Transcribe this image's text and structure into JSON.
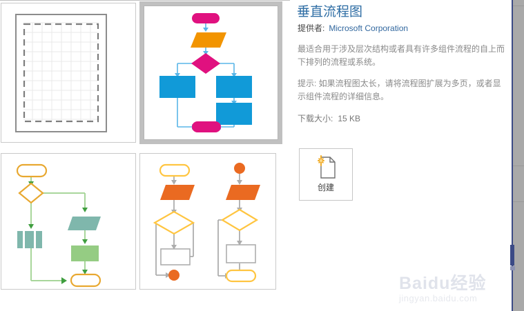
{
  "detail": {
    "title": "垂直流程图",
    "provider_label": "提供者:",
    "provider_name": "Microsoft Corporation",
    "description": "最适合用于涉及层次结构或者具有许多组件流程的自上而下排列的流程或系统。",
    "tip": "提示: 如果流程图太长，请将流程图扩展为多页，或者显示组件流程的详细信息。",
    "size_label": "下载大小:",
    "size_value": "15 KB",
    "title_color": "#2e6da4",
    "provider_color": "#31679e",
    "body_color": "#8a8a8a"
  },
  "create_button": {
    "label": "创建",
    "icon": "new-document-icon"
  },
  "annotation": {
    "arrow": "red-arrow-pointing-up-left",
    "color": "#fa2828"
  },
  "thumbnails": [
    {
      "id": "blank-drawing",
      "name": "blank-grid-template",
      "selected": false,
      "art": "blank-page-with-dashed-margin-and-grid"
    },
    {
      "id": "vertical-flowchart",
      "name": "vertical-flowchart-template",
      "selected": true,
      "art": "flowchart-magenta-orange-blue"
    },
    {
      "id": "green-flowchart",
      "name": "green-flowchart-template",
      "selected": false,
      "art": "flowchart-green-yellow"
    },
    {
      "id": "orange-flowchart",
      "name": "orange-flowchart-template",
      "selected": false,
      "art": "flowchart-orange-gray-dual"
    }
  ],
  "watermark": {
    "main": "Baidu经验",
    "sub": "jingyan.baidu.com"
  }
}
